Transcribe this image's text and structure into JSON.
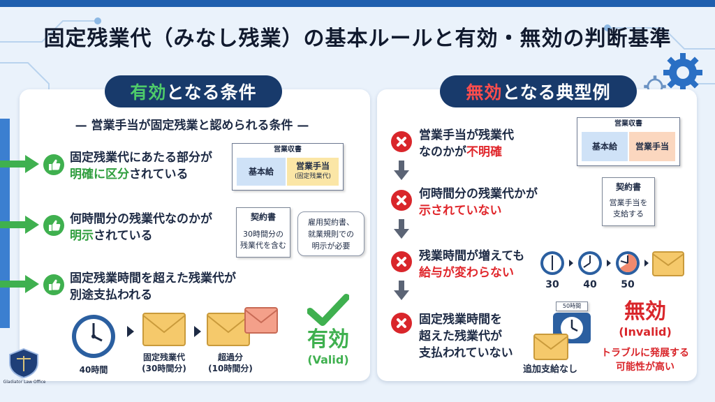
{
  "title": "固定残業代（みなし残業）の基本ルールと有効・無効の判断基準",
  "left": {
    "header_highlight": "有効",
    "header_rest": "となる条件",
    "subheading": "— 営業手当が固定残業と認められる条件 —",
    "items": [
      {
        "line1": "固定残業代にあたる部分が",
        "highlight": "明確に区分",
        "rest": "されている"
      },
      {
        "line1": "何時間分の残業代なのかが",
        "highlight": "明示",
        "rest": "されている"
      },
      {
        "line1": "固定残業時間を超えた残業代が",
        "line2": "別途支払われる"
      }
    ],
    "table": {
      "title": "営業収書",
      "basic": "基本給",
      "allowance": "営業手当",
      "allowance_note": "(固定残業代)"
    },
    "contract": {
      "title": "契約書",
      "text1": "30時間分の",
      "text2": "残業代を含む"
    },
    "bubble": {
      "line1": "雇用契約書、",
      "line2": "就業規則での",
      "line3": "明示が必要"
    },
    "clock_label": "40時間",
    "env1_label1": "固定残業代",
    "env1_label2": "(30時間分)",
    "env2_label1": "超過分",
    "env2_label2": "(10時間分)",
    "valid_jp": "有効",
    "valid_en": "(Valid)"
  },
  "right": {
    "header_highlight": "無効",
    "header_rest": "となる典型例",
    "items": [
      {
        "line1": "営業手当が残業代",
        "line2a": "なのかが",
        "highlight": "不明確"
      },
      {
        "line1": "何時間分の残業代かが",
        "highlight": "示されていない"
      },
      {
        "line1": "残業時間が増えても",
        "highlight": "給与が変わらない"
      },
      {
        "line1": "固定残業時間を",
        "line2": "超えた残業代が",
        "line3": "支払われていない"
      }
    ],
    "table": {
      "title": "営業収書",
      "basic": "基本給",
      "allowance": "営業手当"
    },
    "contract": {
      "title": "契約書",
      "text1": "営業手当を",
      "text2": "支給する"
    },
    "clock_values": [
      "30",
      "40",
      "50"
    ],
    "timer_label": "50時間",
    "no_pay": "追加支給なし",
    "invalid_jp": "無効",
    "invalid_en": "(Invalid)",
    "trouble1": "トラブルに発展する",
    "trouble2": "可能性が高い"
  },
  "logo_text": "Gladiator Law Office",
  "colors": {
    "navy": "#183a6b",
    "green": "#3fb04f",
    "red": "#d9262b",
    "blue_cell": "#cfe2f7",
    "yellow_cell": "#fbe6a6",
    "orange_cell": "#fbd7bf"
  }
}
